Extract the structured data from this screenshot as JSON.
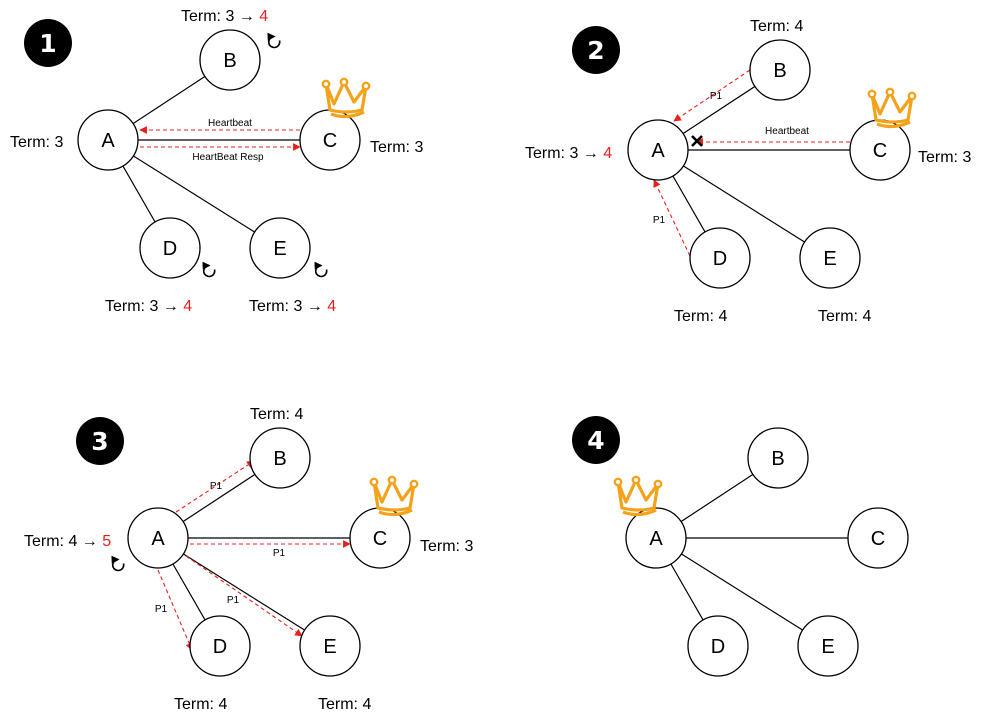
{
  "panels": {
    "p1": {
      "number": "1",
      "nodes": {
        "a": "A",
        "b": "B",
        "c": "C",
        "d": "D",
        "e": "E"
      },
      "terms": {
        "a": "Term: 3",
        "c": "Term: 3",
        "b_prefix": "Term: 3 →",
        "b_new": "4",
        "d_prefix": "Term: 3 →",
        "d_new": "4",
        "e_prefix": "Term: 3 →",
        "e_new": "4"
      },
      "messages": {
        "heartbeat": "Heartbeat",
        "heartbeat_resp": "HeartBeat Resp"
      }
    },
    "p2": {
      "number": "2",
      "nodes": {
        "a": "A",
        "b": "B",
        "c": "C",
        "d": "D",
        "e": "E"
      },
      "terms": {
        "a_prefix": "Term: 3 →",
        "a_new": "4",
        "b": "Term: 4",
        "c": "Term: 3",
        "d": "Term: 4",
        "e": "Term: 4"
      },
      "messages": {
        "heartbeat": "Heartbeat",
        "p1_from_b": "P1",
        "p1_from_d": "P1"
      }
    },
    "p3": {
      "number": "3",
      "nodes": {
        "a": "A",
        "b": "B",
        "c": "C",
        "d": "D",
        "e": "E"
      },
      "terms": {
        "a_prefix": "Term: 4 →",
        "a_new": "5",
        "b": "Term: 4",
        "c": "Term: 3",
        "d": "Term: 4",
        "e": "Term: 4"
      },
      "messages": {
        "to_b": "P1",
        "to_c": "P1",
        "to_d": "P1",
        "to_e": "P1"
      }
    },
    "p4": {
      "number": "4",
      "nodes": {
        "a": "A",
        "b": "B",
        "c": "C",
        "d": "D",
        "e": "E"
      }
    }
  },
  "colors": {
    "highlight": "#e8201c",
    "crown": "#f3a21a",
    "badge": "#000000"
  },
  "icons": [
    "crown-icon",
    "refresh-icon",
    "blocked-x-icon"
  ]
}
